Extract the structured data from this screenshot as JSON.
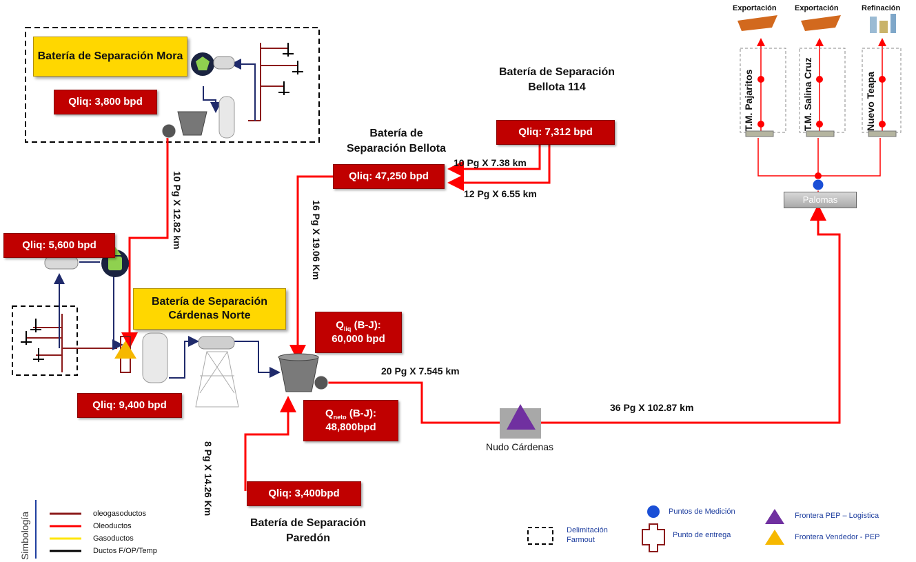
{
  "mora": {
    "title": "Batería de Separación Mora",
    "qliq": "Qliq: 3,800 bpd"
  },
  "bellota": {
    "title": "Batería de Separación Bellota",
    "qliq": "Qliq: 47,250 bpd"
  },
  "bellota114": {
    "title": "Batería de Separación Bellota 114",
    "qliq": "Qliq: 7,312 bpd"
  },
  "cardenas_norte": {
    "title": "Batería de Separación Cárdenas Norte",
    "qliq_in": "Qliq: 5,600 bpd",
    "qliq_out": "Qliq: 9,400 bpd"
  },
  "paredon": {
    "title": "Batería de Separación Paredón",
    "qliq": "Qliq: 3,400bpd"
  },
  "bj": {
    "qliq_main": "Q",
    "qliq_sub": "liq",
    "qliq_rest": "(B-J):",
    "qliq_value": "60,000 bpd",
    "qneto_main": "Q",
    "qneto_sub": "neto",
    "qneto_rest": "(B-J):",
    "qneto_value": "48,800bpd"
  },
  "pipes": {
    "mora_pipe": "10 Pg  X 12.82 km",
    "bellota_pipe": "16 Pg  X 19.06 Km",
    "b114_pipe_a": "10 Pg X 7.38 km",
    "b114_pipe_b": "12 Pg X 6.55 km",
    "main_out": "20 Pg X 7.545 km",
    "long_pipe": "36 Pg X 102.87 km",
    "paredon_pipe": "8 Pg  X 14.26 Km"
  },
  "nodes": {
    "nudo": "Nudo  Cárdenas",
    "palomas": "Palomas"
  },
  "terminals": [
    {
      "label": "T.M.  Pajaritos",
      "dest": "Exportación"
    },
    {
      "label": "T.M. Salina Cruz",
      "dest": "Exportación"
    },
    {
      "label": "Nuevo Teapa",
      "dest": "Refinación"
    }
  ],
  "legend": {
    "title": "Simbología",
    "items": [
      {
        "label": "oleogasoductos",
        "color": "#8b1a1a"
      },
      {
        "label": "Oleoductos",
        "color": "#ff0000"
      },
      {
        "label": "Gasoductos",
        "color": "#ffe600"
      },
      {
        "label": "Ductos F/OP/Temp",
        "color": "#000000"
      }
    ],
    "farmout": "Delimitación Farmout",
    "medicion": "Puntos de Medición",
    "entrega": "Punto de entrega",
    "frontera_pep": "Frontera PEP – Logistica",
    "frontera_vend": "Frontera Vendedor - PEP"
  },
  "colors": {
    "red_box": "#c00000",
    "yellow_box": "#ffd700",
    "pipe_red": "#ff0000",
    "pipe_blue": "#1f2a6b",
    "pipe_brown": "#8b1a1a",
    "purple": "#7030a0"
  }
}
